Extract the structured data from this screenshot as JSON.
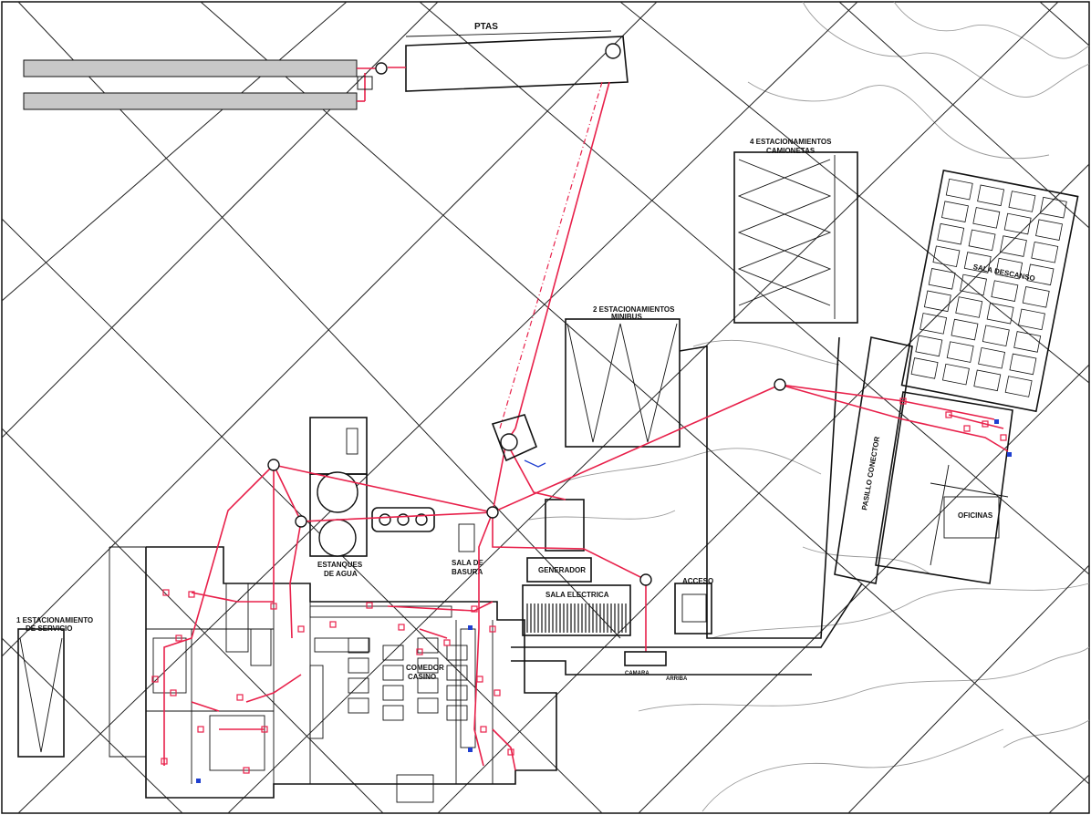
{
  "colors": {
    "pipe": "#e8204a",
    "wall": "#111111",
    "topo": "#9a9a9a",
    "blue_marker": "#1f3fd0"
  },
  "labels": {
    "ptas": "PTAS",
    "parking_4_title": "4 ESTACIONAMIENTOS",
    "parking_4_sub": "CAMIONETAS",
    "parking_2_title": "2 ESTACIONAMIENTOS",
    "parking_2_sub": "MINIBUS",
    "parking_1_title": "1 ESTACIONAMIENTO",
    "parking_1_sub": "DE SERVICIO",
    "sala_descanso": "SALA DESCANSO",
    "pasillo_conector": "PASILLO CONECTOR",
    "oficinas": "OFICINAS",
    "estanques_title": "ESTANQUES",
    "estanques_sub": "DE AGUA",
    "sala_basura_1": "SALA DE",
    "sala_basura_2": "BASURA",
    "generador": "GENERADOR",
    "sala_electrica": "SALA ELECTRICA",
    "acceso": "ACCESO",
    "comedor_1": "COMEDOR",
    "comedor_2": "CASINO",
    "arriba": "ARRIBA",
    "camara": "CAMARA"
  }
}
